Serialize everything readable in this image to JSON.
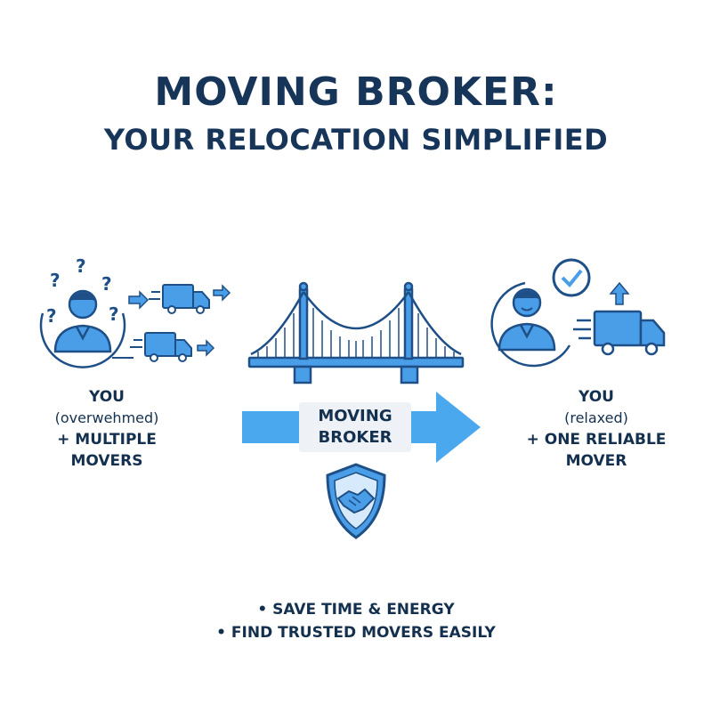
{
  "title": {
    "line1": "MOVING BROKER:",
    "line2": "YOUR RELOCATION SIMPLIFIED"
  },
  "left": {
    "lines": [
      "YOU",
      "(overwehmed)",
      "+ MULTIPLE",
      "MOVERS"
    ]
  },
  "center": {
    "lines": [
      "MOVING",
      "BROKER"
    ]
  },
  "right": {
    "lines": [
      "YOU",
      "(relaxed)",
      "+ ONE RELIABLE",
      "MOVER"
    ]
  },
  "benefits": [
    "• SAVE TIME & ENERGY",
    "• FIND TRUSTED MOVERS EASILY"
  ],
  "colors": {
    "navy": "#163559",
    "blue": "#4a9ee8",
    "dark_blue": "#1e5a9a",
    "light_blue": "#d7eafb"
  },
  "icons": [
    "question-mark-icon",
    "person-icon",
    "truck-icon",
    "arrow-icon",
    "bridge-icon",
    "handshake-shield-icon",
    "checkmark-icon",
    "up-arrow-icon"
  ]
}
